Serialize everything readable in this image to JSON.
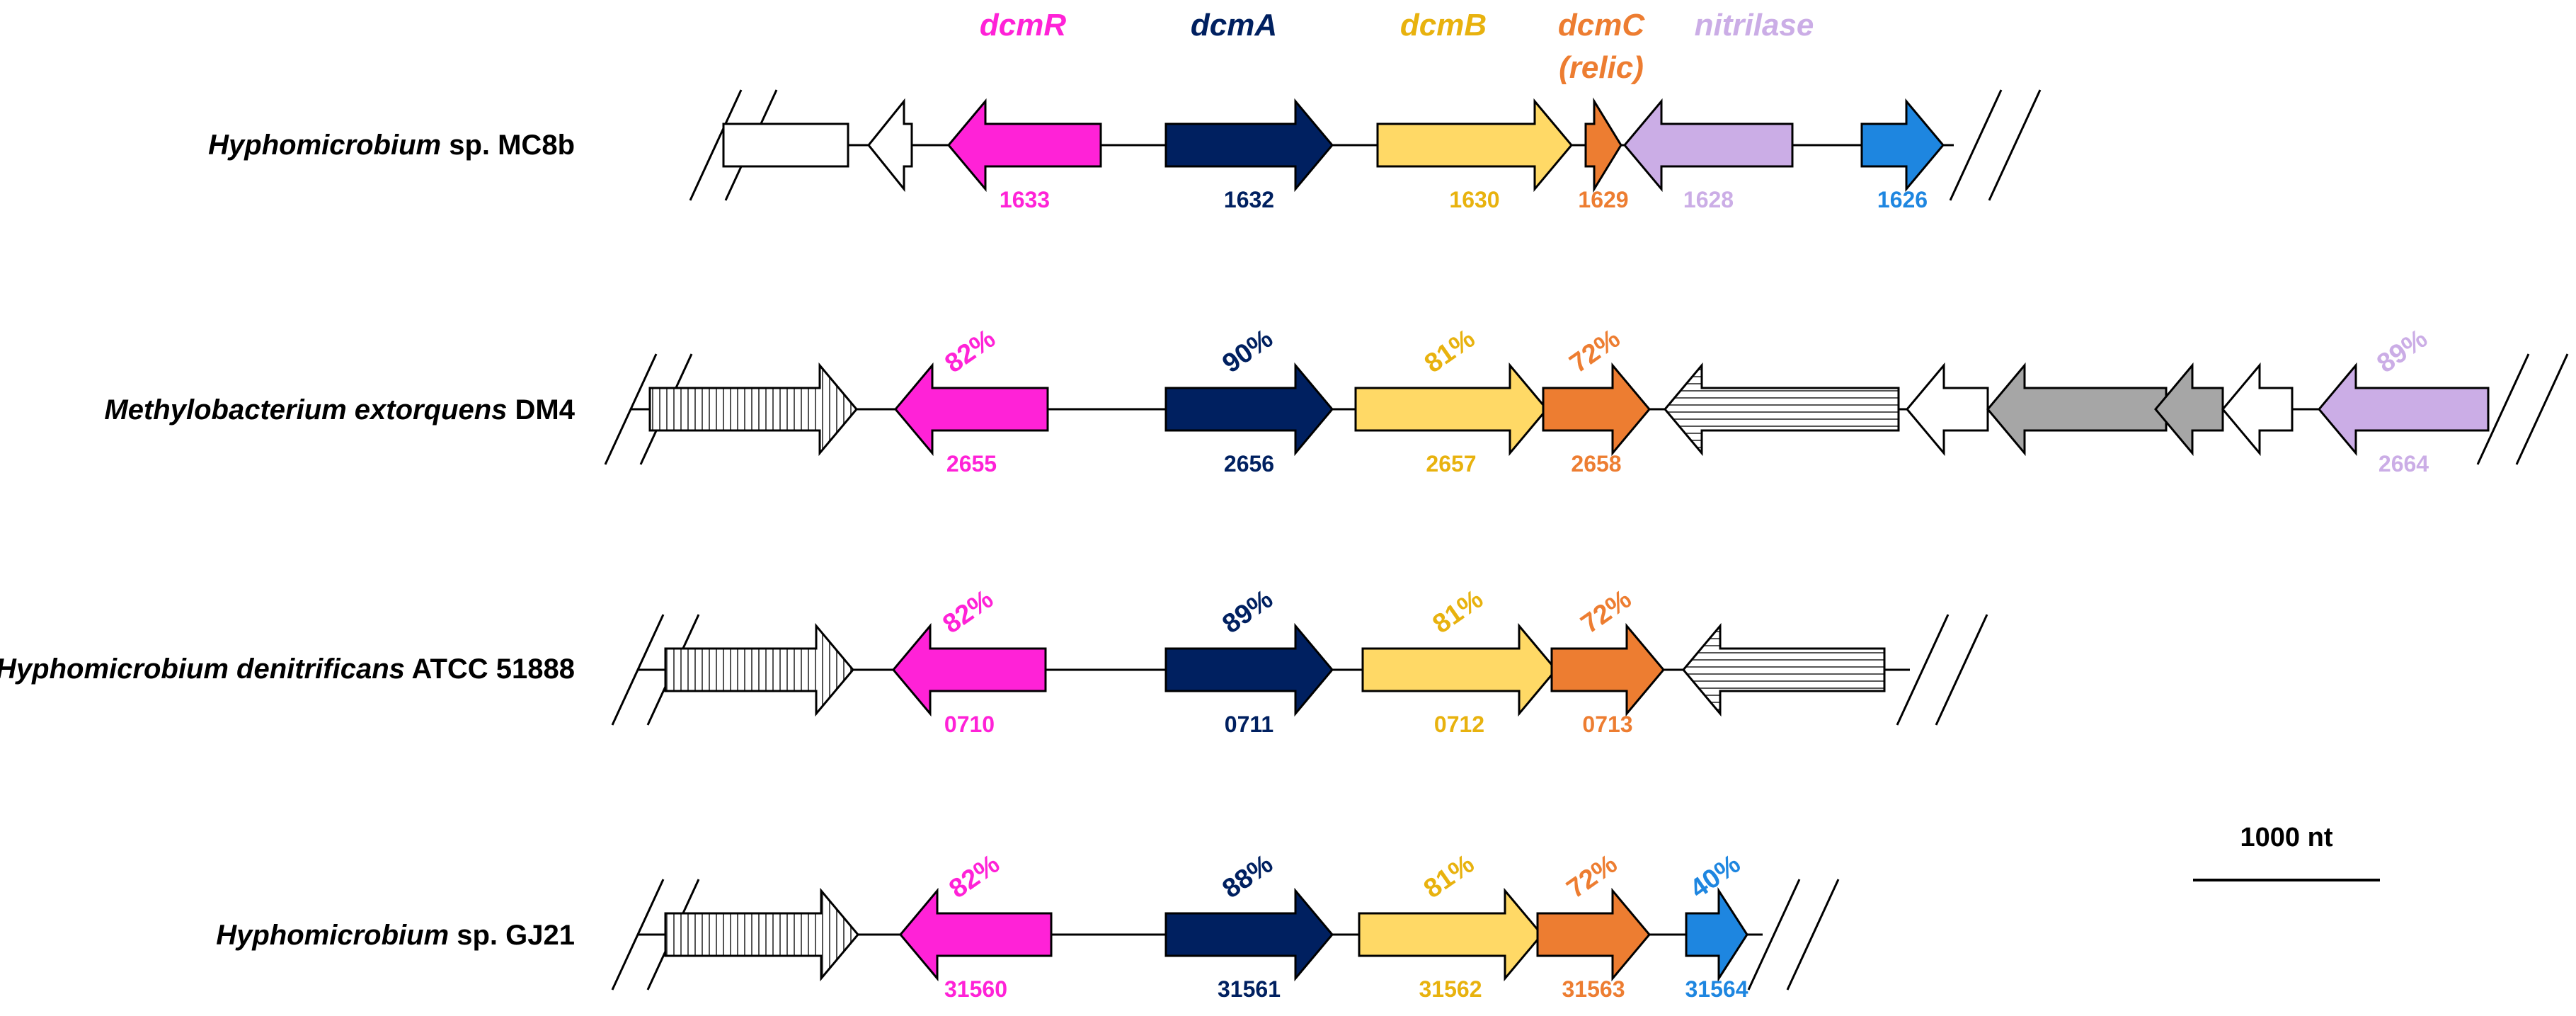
{
  "colors": {
    "dcmR": "#FF22D7",
    "dcmA": "#002060",
    "dcmB": "#FFD966",
    "dcmB_text": "#E8B20E",
    "dcmC": "#ED7D31",
    "nitrilase": "#CBADE6",
    "blue": "#1E86E0",
    "grey": "#A6A6A6",
    "white": "#FFFFFF",
    "black": "#000000"
  },
  "gene_headers": {
    "dcmR": "dcmR",
    "dcmA": "dcmA",
    "dcmB": "dcmB",
    "dcmC": "dcmC",
    "dcmC_note": "(relic)",
    "nitrilase": "nitrilase"
  },
  "scale_bar": {
    "label": "1000 nt"
  },
  "tracks": [
    {
      "organism_italic": "Hyphomicrobium",
      "organism_plain": "sp. MC8b",
      "genes": [
        {
          "key": "white",
          "fill": "white",
          "label": "",
          "identity": ""
        },
        {
          "key": "white",
          "fill": "white",
          "label": "",
          "identity": ""
        },
        {
          "key": "dcmR",
          "fill": "dcmR",
          "label": "1633",
          "identity": ""
        },
        {
          "key": "dcmA",
          "fill": "dcmA",
          "label": "1632",
          "identity": ""
        },
        {
          "key": "dcmB",
          "fill": "dcmB",
          "label": "1630",
          "identity": ""
        },
        {
          "key": "dcmC",
          "fill": "dcmC",
          "label": "1629",
          "identity": ""
        },
        {
          "key": "nitrilase",
          "fill": "nitrilase",
          "label": "1628",
          "identity": ""
        },
        {
          "key": "blue",
          "fill": "blue",
          "label": "1626",
          "identity": ""
        }
      ]
    },
    {
      "organism_italic": "Methylobacterium extorquens",
      "organism_plain": "DM4",
      "genes": [
        {
          "key": "vstripe",
          "fill": "vstripe",
          "label": "",
          "identity": ""
        },
        {
          "key": "dcmR",
          "fill": "dcmR",
          "label": "2655",
          "identity": "82%"
        },
        {
          "key": "dcmA",
          "fill": "dcmA",
          "label": "2656",
          "identity": "90%"
        },
        {
          "key": "dcmB",
          "fill": "dcmB",
          "label": "2657",
          "identity": "81%"
        },
        {
          "key": "dcmC",
          "fill": "dcmC",
          "label": "2658",
          "identity": "72%"
        },
        {
          "key": "hstripe",
          "fill": "hstripe",
          "label": "",
          "identity": ""
        },
        {
          "key": "white",
          "fill": "white",
          "label": "",
          "identity": ""
        },
        {
          "key": "grey",
          "fill": "grey",
          "label": "",
          "identity": ""
        },
        {
          "key": "grey",
          "fill": "grey",
          "label": "",
          "identity": ""
        },
        {
          "key": "white",
          "fill": "white",
          "label": "",
          "identity": ""
        },
        {
          "key": "nitrilase",
          "fill": "nitrilase",
          "label": "2664",
          "identity": "89%"
        }
      ]
    },
    {
      "organism_italic": "Hyphomicrobium denitrificans",
      "organism_plain": "ATCC 51888",
      "genes": [
        {
          "key": "vstripe",
          "fill": "vstripe",
          "label": "",
          "identity": ""
        },
        {
          "key": "dcmR",
          "fill": "dcmR",
          "label": "0710",
          "identity": "82%"
        },
        {
          "key": "dcmA",
          "fill": "dcmA",
          "label": "0711",
          "identity": "89%"
        },
        {
          "key": "dcmB",
          "fill": "dcmB",
          "label": "0712",
          "identity": "81%"
        },
        {
          "key": "dcmC",
          "fill": "dcmC",
          "label": "0713",
          "identity": "72%"
        },
        {
          "key": "hstripe",
          "fill": "hstripe",
          "label": "",
          "identity": ""
        }
      ]
    },
    {
      "organism_italic": "Hyphomicrobium",
      "organism_plain": "sp. GJ21",
      "genes": [
        {
          "key": "vstripe",
          "fill": "vstripe",
          "label": "",
          "identity": ""
        },
        {
          "key": "dcmR",
          "fill": "dcmR",
          "label": "31560",
          "identity": "82%"
        },
        {
          "key": "dcmA",
          "fill": "dcmA",
          "label": "31561",
          "identity": "88%"
        },
        {
          "key": "dcmB",
          "fill": "dcmB",
          "label": "31562",
          "identity": "81%"
        },
        {
          "key": "dcmC",
          "fill": "dcmC",
          "label": "31563",
          "identity": "72%"
        },
        {
          "key": "blue",
          "fill": "blue",
          "label": "31564",
          "identity": "40%"
        }
      ]
    }
  ]
}
